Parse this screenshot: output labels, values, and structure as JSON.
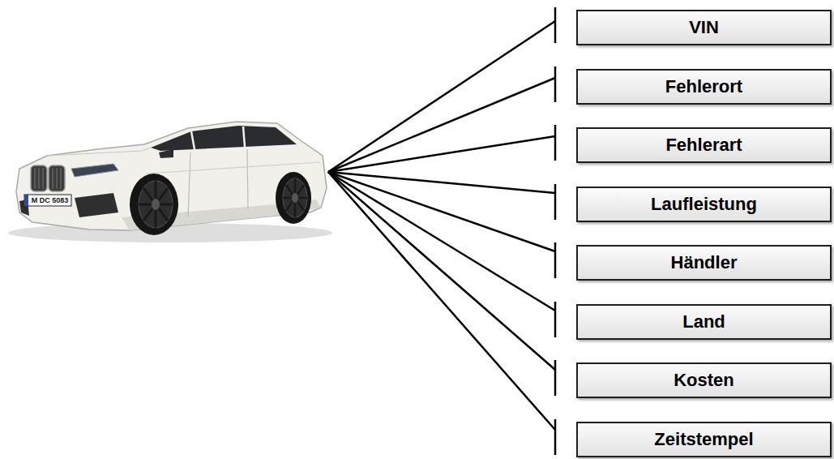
{
  "diagram": {
    "nodes": [
      {
        "text": [
          "VIN"
        ]
      },
      {
        "text": [
          "Fehlerort"
        ]
      },
      {
        "text": [
          "Fehlerart"
        ]
      },
      {
        "text": [
          "Laufleistung"
        ]
      },
      {
        "text": [
          "Händler"
        ]
      },
      {
        "text": [
          "Land"
        ]
      },
      {
        "text": [
          "Kosten"
        ]
      },
      {
        "text": [
          "Zeitstempel"
        ]
      }
    ],
    "labels": [
      "M DC 5083"
    ]
  }
}
